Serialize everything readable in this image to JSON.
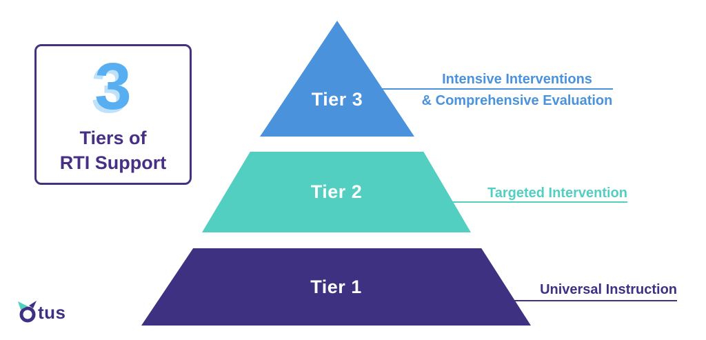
{
  "badge": {
    "number": "3",
    "title_line1": "Tiers of",
    "title_line2": "RTI Support"
  },
  "tiers": [
    {
      "label": "Tier 3",
      "color": "#4A92DC",
      "annotation_lines": [
        "Intensive Interventions",
        "& Comprehensive Evaluation"
      ]
    },
    {
      "label": "Tier 2",
      "color": "#52CFC1",
      "annotation_lines": [
        "Targeted Intervention"
      ]
    },
    {
      "label": "Tier 1",
      "color": "#3E3181",
      "annotation_lines": [
        "Universal Instruction"
      ]
    }
  ],
  "logo": {
    "text": "tus"
  },
  "colors": {
    "tier3_blue": "#4A92DC",
    "tier2_teal": "#52CFC1",
    "tier1_purple": "#3E3181",
    "badge_number_blue": "#57AEF1",
    "badge_text_purple": "#472F85",
    "badge_border_purple": "#44327F",
    "background": "#FFFFFF"
  }
}
